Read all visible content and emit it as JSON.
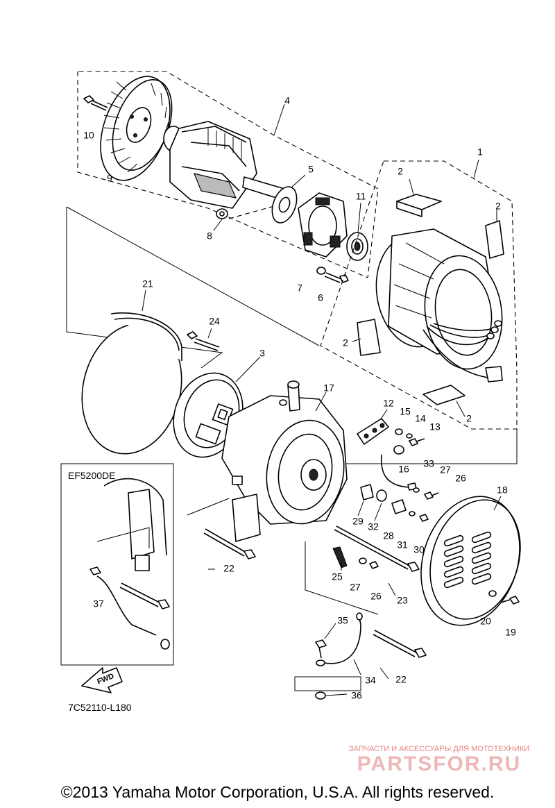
{
  "copyright": "©2013 Yamaha Motor Corporation, U.S.A. All rights reserved.",
  "diagram_code": "7C52110-L180",
  "inset_title": "EF5200DE",
  "fwd_label": "FWD",
  "watermark": {
    "subtitle": "ЗАПЧАСТИ И АКСЕССУАРЫ ДЛЯ МОТОТЕХНИКИ",
    "logo": "PARTSFOR.RU"
  },
  "callouts": {
    "c1": "1",
    "c2a": "2",
    "c2b": "2",
    "c2c": "2",
    "c2d": "2",
    "c3": "3",
    "c4": "4",
    "c5": "5",
    "c6": "6",
    "c7": "7",
    "c8": "8",
    "c9": "9",
    "c10": "10",
    "c11": "11",
    "c12": "12",
    "c13": "13",
    "c14": "14",
    "c15": "15",
    "c16": "16",
    "c17": "17",
    "c18": "18",
    "c19": "19",
    "c20": "20",
    "c21": "21",
    "c22a": "22",
    "c22b": "22",
    "c23": "23",
    "c24": "24",
    "c25": "25",
    "c26a": "26",
    "c26b": "26",
    "c27a": "27",
    "c27b": "27",
    "c28": "28",
    "c29": "29",
    "c30": "30",
    "c31": "31",
    "c32": "32",
    "c33": "33",
    "c34": "34",
    "c35": "35",
    "c36": "36",
    "c37": "37"
  },
  "icons": [
    "fwd-arrow-icon",
    "watermark-logo-icon"
  ],
  "colors": {
    "line": "#000000",
    "background": "#ffffff",
    "watermark": "#e05a5a"
  }
}
